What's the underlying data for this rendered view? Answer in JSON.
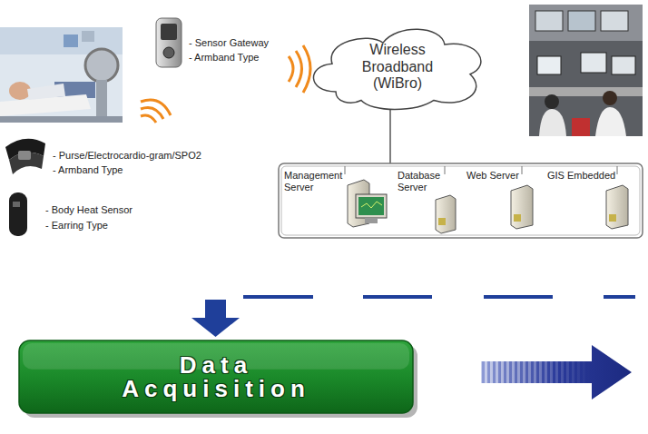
{
  "diagram": {
    "nodes": [
      {
        "text": [
          "Wireless Broadband (WiBro)"
        ]
      },
      {
        "text": [
          "Data Acquisition"
        ]
      }
    ],
    "labels": [
      "- Sensor Gateway",
      "- Armband Type",
      "- Purse/Electrocardio-gram/SPO2",
      "- Armband Type",
      "- Body Heat Sensor",
      "- Earring Type",
      "Management Server",
      "Database Server",
      "Web Server",
      "GIS Embedded"
    ]
  }
}
